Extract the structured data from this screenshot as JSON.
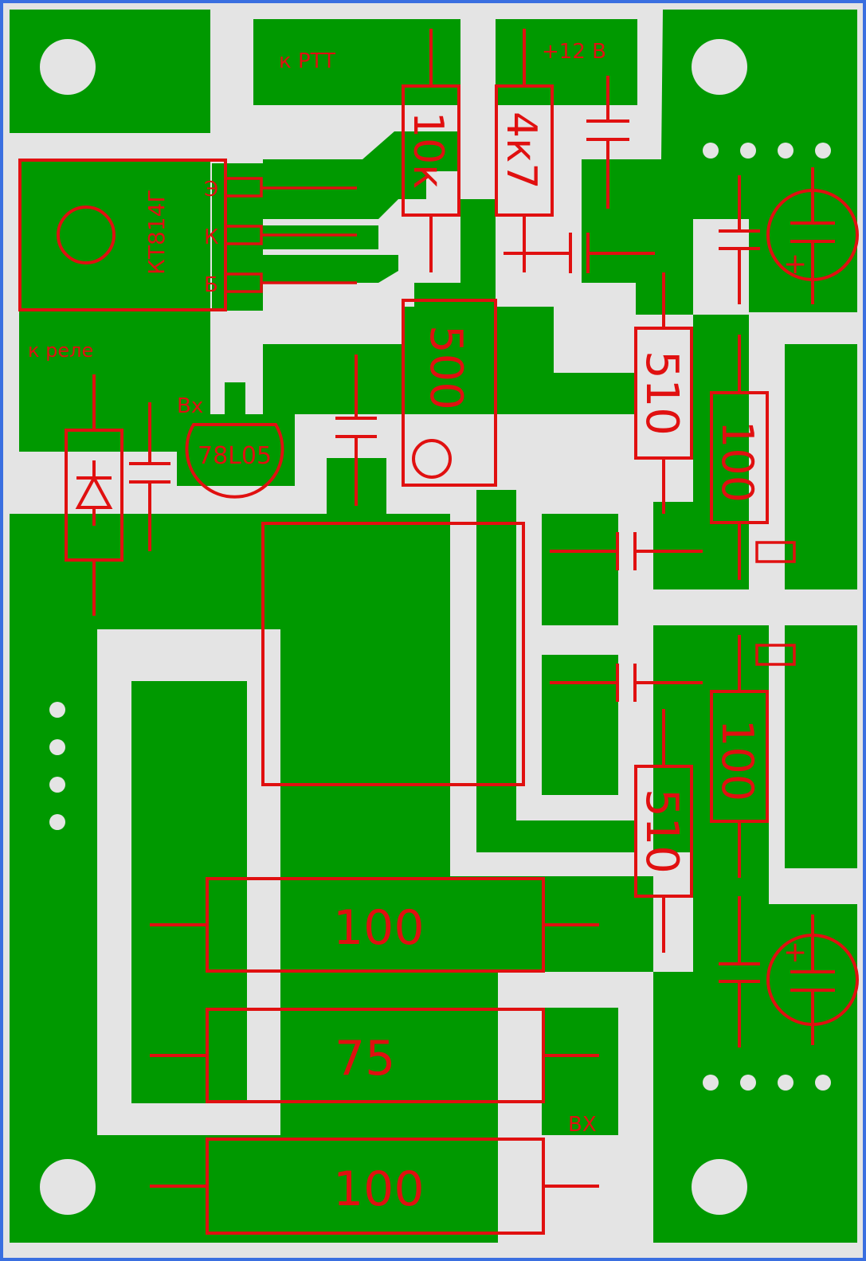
{
  "colors": {
    "background": "#e4e4e4",
    "copper": "#009900",
    "silkscreen": "#e01010",
    "border": "#3a6fe0",
    "hole": "#e4e4e4"
  },
  "labels": {
    "ptt": "к PTT",
    "plus12": "+12 В",
    "relay": "к реле",
    "vx_top": "Вх",
    "vx_bottom": "ВХ"
  },
  "transistor": {
    "name": "КТ814Г",
    "pin_e": "Э",
    "pin_k": "К",
    "pin_b": "Б"
  },
  "regulator": {
    "name": "78L05"
  },
  "resistors": {
    "r_10k": "10к",
    "r_4k7": "4к7",
    "r_500": "500",
    "r_510_top": "510",
    "r_510_bottom": "510",
    "r_100_right_top": "100",
    "r_100_right_bottom": "100",
    "r_100_big_top": "100",
    "r_75_big": "75",
    "r_100_big_bottom": "100"
  },
  "electrolytic_polarity": "+"
}
